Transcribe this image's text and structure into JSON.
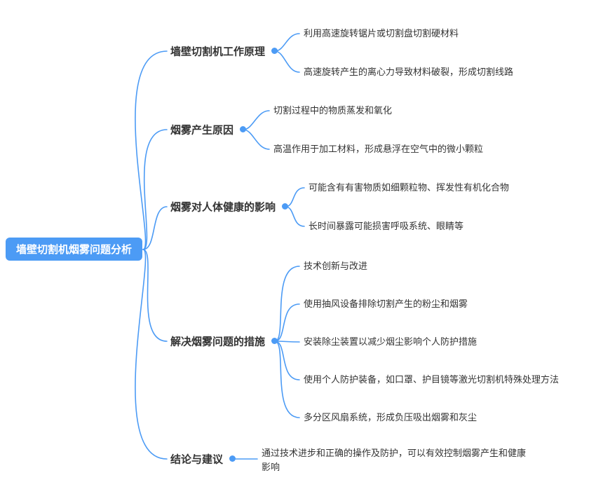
{
  "root": {
    "label": "墙壁切割机烟雾问题分析"
  },
  "branches": [
    {
      "label": "墙壁切割机工作原理",
      "children": [
        "利用高速旋转锯片或切割盘切割硬材料",
        "高速旋转产生的离心力导致材料破裂，形成切割线路"
      ]
    },
    {
      "label": "烟雾产生原因",
      "children": [
        "切割过程中的物质蒸发和氧化",
        "高温作用于加工材料，形成悬浮在空气中的微小颗粒"
      ]
    },
    {
      "label": "烟雾对人体健康的影响",
      "children": [
        "可能含有有害物质如细颗粒物、挥发性有机化合物",
        "长时间暴露可能损害呼吸系统、眼睛等"
      ]
    },
    {
      "label": "解决烟雾问题的措施",
      "children": [
        "技术创新与改进",
        "使用抽风设备排除切割产生的粉尘和烟雾",
        "安装除尘装置以减少烟尘影响个人防护措施",
        "使用个人防护装备，如口罩、护目镜等激光切割机特殊处理方法",
        "多分区风扇系统，形成负压吸出烟雾和灰尘"
      ]
    },
    {
      "label": "结论与建议",
      "children": [
        "通过技术进步和正确的操作及防护，可以有效控制烟雾产生和健康影响"
      ]
    }
  ],
  "colors": {
    "accent": "#4C9BF5",
    "root_text": "#FFFFFF",
    "text": "#333333"
  }
}
